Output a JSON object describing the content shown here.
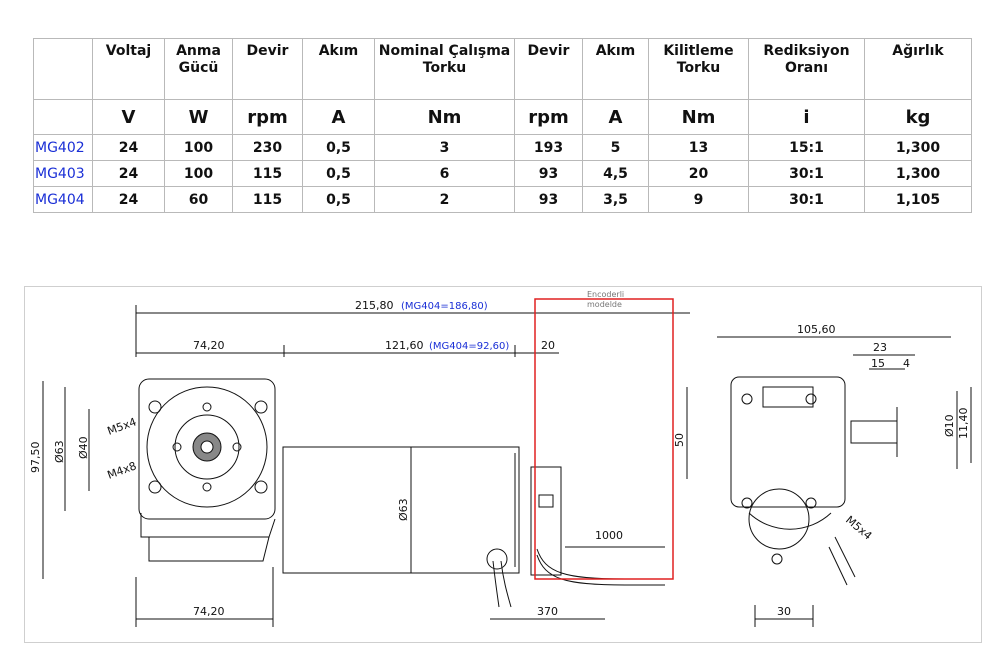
{
  "table": {
    "headers": [
      "",
      "Voltaj",
      "Anma\nGücü",
      "Devir",
      "Akım",
      "Nominal Çalışma\nTorku",
      "Devir",
      "Akım",
      "Kilitleme\nTorku",
      "Rediksiyon\nOranı",
      "Ağırlık"
    ],
    "units": [
      "",
      "V",
      "W",
      "rpm",
      "A",
      "Nm",
      "rpm",
      "A",
      "Nm",
      "i",
      "kg"
    ],
    "rows": [
      [
        "MG402",
        "24",
        "100",
        "230",
        "0,5",
        "3",
        "193",
        "5",
        "13",
        "15:1",
        "1,300"
      ],
      [
        "MG403",
        "24",
        "100",
        "115",
        "0,5",
        "6",
        "93",
        "4,5",
        "20",
        "30:1",
        "1,300"
      ],
      [
        "MG404",
        "24",
        "60",
        "115",
        "0,5",
        "2",
        "93",
        "3,5",
        "9",
        "30:1",
        "1,105"
      ]
    ]
  },
  "drawing": {
    "overall_length": "215,80",
    "overall_length_alt": "(MG404=186,80)",
    "gearbox_length_top": "74,20",
    "motor_length": "121,60",
    "motor_length_alt": "(MG404=92,60)",
    "encoder_length": "20",
    "encoder_note_line1": "Encoderli",
    "encoder_note_line2": "modelde",
    "height": "97,50",
    "dia_63_left": "Ø63",
    "dia_40": "Ø40",
    "m5x4_left": "M5x4",
    "m4x8": "M4x8",
    "motor_dia": "Ø63",
    "cable_length": "1000",
    "gearbox_length_bottom": "74,20",
    "lead_length": "370",
    "side_width": "105,60",
    "shaft_23": "23",
    "shaft_15": "15",
    "shaft_4": "4",
    "shaft_dia": "Ø10",
    "shaft_flat": "11,40",
    "height_50": "50",
    "m5x4_right": "M5x4",
    "bottom_30": "30"
  }
}
